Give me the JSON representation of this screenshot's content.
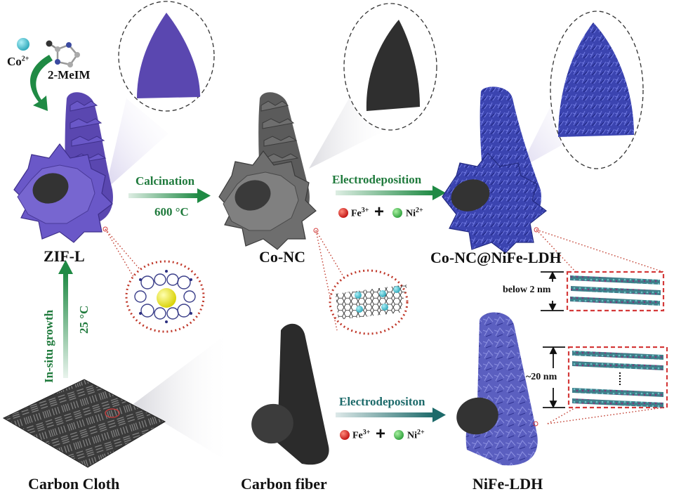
{
  "figure": {
    "title": "Synthesis scheme of Co-NC@NiFe-LDH on carbon cloth",
    "colors": {
      "zif_purple": "#5a47b0",
      "conc_gray": "#6b6b6b",
      "ldh_blue": "#3b44b0",
      "nife_purple": "#5b5fc0",
      "arrow_green": "#1f8a44",
      "arrow_teal": "#1d6a6a",
      "fe_red": "#d62020",
      "ni_green": "#3cb44a",
      "co_cyan": "#3fb6c8",
      "callout_red": "#d43a3a"
    }
  },
  "reagents": {
    "co_label": "Co",
    "co_charge": "2+",
    "ligand_label": "2-MeIM"
  },
  "stages": {
    "zif": "ZIF-L",
    "conc": "Co-NC",
    "ldh": "Co-NC@NiFe-LDH",
    "cloth": "Carbon Cloth",
    "fiber": "Carbon fiber",
    "nife": "NiFe-LDH"
  },
  "arrows": {
    "calcination": {
      "label": "Calcination",
      "condition": "600 °C"
    },
    "electro_top": {
      "label": "Electrodeposition"
    },
    "electro_bottom": {
      "label": "Electrodepositon"
    },
    "insitu": {
      "label": "In-situ growth",
      "condition": "25 °C"
    }
  },
  "ions": {
    "fe": "Fe",
    "fe_charge": "3+",
    "ni": "Ni",
    "ni_charge": "2+",
    "plus": "+"
  },
  "dimensions": {
    "thin": "below 2 nm",
    "thick": "~20 nm"
  }
}
